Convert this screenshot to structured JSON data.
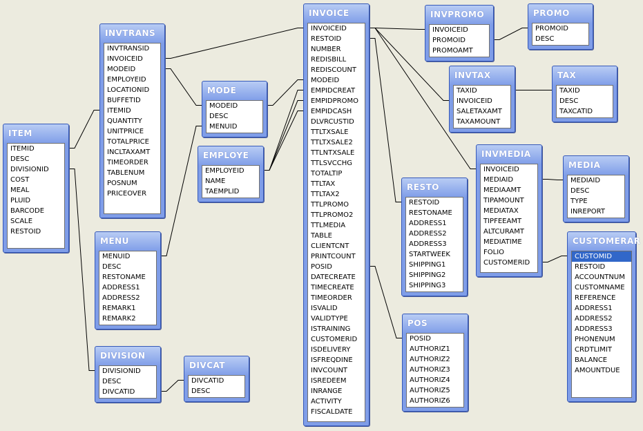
{
  "tables": [
    {
      "id": "item",
      "name": "ITEM",
      "fields": [
        "ITEMID",
        "DESC",
        "DIVISIONID",
        "COST",
        "MEAL",
        "PLUID",
        "BARCODE",
        "SCALE",
        "RESTOID"
      ]
    },
    {
      "id": "invtrans",
      "name": "INVTRANS",
      "fields": [
        "INVTRANSID",
        "INVOICEID",
        "MODEID",
        "EMPLOYEID",
        "LOCATIONID",
        "BUFFETID",
        "ITEMID",
        "QUANTITY",
        "UNITPRICE",
        "TOTALPRICE",
        "INCLTAXAMT",
        "TIMEORDER",
        "TABLENUM",
        "POSNUM",
        "PRICEOVER"
      ]
    },
    {
      "id": "mode",
      "name": "MODE",
      "fields": [
        "MODEID",
        "DESC",
        "MENUID"
      ]
    },
    {
      "id": "employe",
      "name": "EMPLOYE",
      "fields": [
        "EMPLOYEID",
        "NAME",
        "TAEMPLID"
      ]
    },
    {
      "id": "menu",
      "name": "MENU",
      "fields": [
        "MENUID",
        "DESC",
        "RESTONAME",
        "ADDRESS1",
        "ADDRESS2",
        "REMARK1",
        "REMARK2"
      ]
    },
    {
      "id": "division",
      "name": "DIVISION",
      "fields": [
        "DIVISIONID",
        "DESC",
        "DIVCATID"
      ]
    },
    {
      "id": "divcat",
      "name": "DIVCAT",
      "fields": [
        "DIVCATID",
        "DESC"
      ]
    },
    {
      "id": "invoice",
      "name": "INVOICE",
      "fields": [
        "INVOICEID",
        "RESTOID",
        "NUMBER",
        "REDISBILL",
        "REDISCOUNT",
        "MODEID",
        "EMPIDCREAT",
        "EMPIDPROMO",
        "EMPIDCASH",
        "DLVRCUSTID",
        "TTLTXSALE",
        "TTLTXSALE2",
        "TTLNTXSALE",
        "TTLSVCCHG",
        "TOTALTIP",
        "TTLTAX",
        "TTLTAX2",
        "TTLPROMO",
        "TTLPROMO2",
        "TTLMEDIA",
        "TABLE",
        "CLIENTCNT",
        "PRINTCOUNT",
        "POSID",
        "DATECREATE",
        "TIMECREATE",
        "TIMEORDER",
        "ISVALID",
        "VALIDTYPE",
        "ISTRAINING",
        "CUSTOMERID",
        "ISDELIVERY",
        "ISFREQDINE",
        "INVCOUNT",
        "ISREDEEM",
        "INRANGE",
        "ACTIVITY",
        "FISCALDATE"
      ]
    },
    {
      "id": "invpromo",
      "name": "INVPROMO",
      "fields": [
        "INVOICEID",
        "PROMOID",
        "PROMOAMT"
      ]
    },
    {
      "id": "promo",
      "name": "PROMO",
      "fields": [
        "PROMOID",
        "DESC"
      ]
    },
    {
      "id": "invtax",
      "name": "INVTAX",
      "fields": [
        "TAXID",
        "INVOICEID",
        "SALETAXAMT",
        "TAXAMOUNT"
      ]
    },
    {
      "id": "tax",
      "name": "TAX",
      "fields": [
        "TAXID",
        "DESC",
        "TAXCATID"
      ]
    },
    {
      "id": "resto",
      "name": "RESTO",
      "fields": [
        "RESTOID",
        "RESTONAME",
        "ADDRESS1",
        "ADDRESS2",
        "ADDRESS3",
        "STARTWEEK",
        "SHIPPING1",
        "SHIPPING2",
        "SHIPPING3"
      ]
    },
    {
      "id": "invmedia",
      "name": "INVMEDIA",
      "fields": [
        "INVOICEID",
        "MEDIAID",
        "MEDIAAMT",
        "TIPAMOUNT",
        "MEDIATAX",
        "TIPFEEAMT",
        "ALTCURAMT",
        "MEDIATIME",
        "FOLIO",
        "CUSTOMERID"
      ]
    },
    {
      "id": "media",
      "name": "MEDIA",
      "fields": [
        "MEDIAID",
        "DESC",
        "TYPE",
        "INREPORT"
      ]
    },
    {
      "id": "customerar",
      "name": "CUSTOMERAR",
      "selected_field": "CUSTOMID",
      "fields": [
        "CUSTOMID",
        "RESTOID",
        "ACCOUNTNUM",
        "CUSTOMNAME",
        "REFERENCE",
        "ADDRESS1",
        "ADDRESS2",
        "ADDRESS3",
        "PHONENUM",
        "CRDTLIMIT",
        "BALANCE",
        "AMOUNTDUE"
      ]
    },
    {
      "id": "pos",
      "name": "POS",
      "fields": [
        "POSID",
        "AUTHORIZ1",
        "AUTHORIZ2",
        "AUTHORIZ3",
        "AUTHORIZ4",
        "AUTHORIZ5",
        "AUTHORIZ6"
      ]
    }
  ],
  "relationships": [
    {
      "from": "invoice.INVOICEID",
      "to": "invtrans.INVOICEID"
    },
    {
      "from": "invoice.INVOICEID",
      "to": "invpromo.INVOICEID"
    },
    {
      "from": "invoice.INVOICEID",
      "to": "invtax.INVOICEID"
    },
    {
      "from": "invoice.INVOICEID",
      "to": "invmedia.INVOICEID"
    },
    {
      "from": "invoice.RESTOID",
      "to": "resto.RESTOID"
    },
    {
      "from": "invoice.POSID",
      "to": "pos.POSID"
    },
    {
      "from": "invoice.MODEID",
      "to": "mode.MODEID"
    },
    {
      "from": "invoice.EMPIDCREAT",
      "to": "employe.EMPLOYEID"
    },
    {
      "from": "invoice.EMPIDPROMO",
      "to": "employe.EMPLOYEID"
    },
    {
      "from": "invoice.EMPIDCASH",
      "to": "employe.EMPLOYEID"
    },
    {
      "from": "invtrans.MODEID",
      "to": "mode.MODEID"
    },
    {
      "from": "invtrans.ITEMID",
      "to": "item.ITEMID"
    },
    {
      "from": "item.DIVISIONID",
      "to": "division.DIVISIONID"
    },
    {
      "from": "division.DIVCATID",
      "to": "divcat.DIVCATID"
    },
    {
      "from": "mode.MENUID",
      "to": "menu.MENUID"
    },
    {
      "from": "invpromo.PROMOID",
      "to": "promo.PROMOID"
    },
    {
      "from": "invtax.TAXID",
      "to": "tax.TAXID"
    },
    {
      "from": "invmedia.MEDIAID",
      "to": "media.MEDIAID"
    },
    {
      "from": "invmedia.CUSTOMERID",
      "to": "customerar.CUSTOMID"
    }
  ]
}
